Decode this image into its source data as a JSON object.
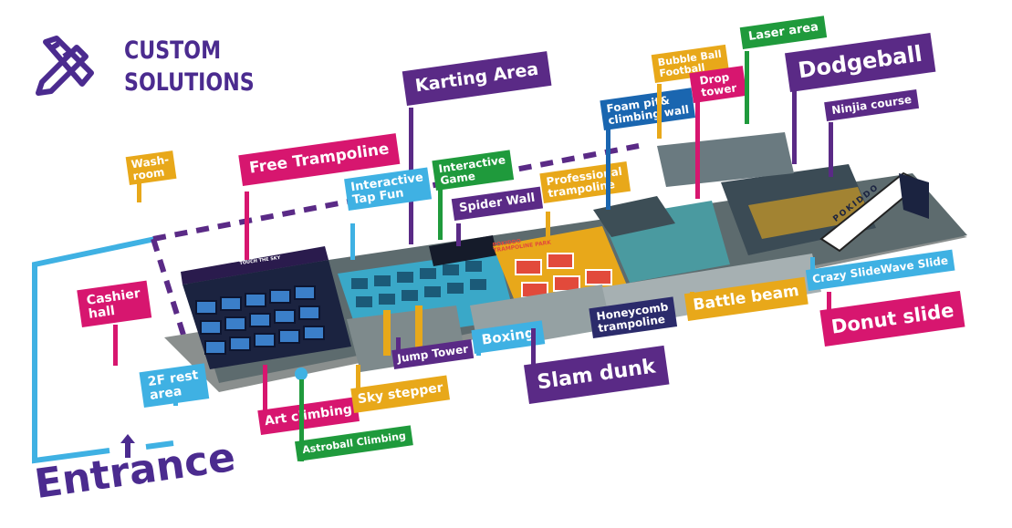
{
  "brand": {
    "line1": "CUSTOM",
    "line2": "SOLUTIONS",
    "icon": "pencil-ruler-icon",
    "color": "#4b2b8f"
  },
  "palette": {
    "magenta": "#d7166f",
    "purple": "#5a2a86",
    "lightblue": "#3fb1e3",
    "green": "#1f9a3c",
    "orange": "#e8a81a",
    "blue": "#1a66b0"
  },
  "labels": {
    "washroom": "Wash-\nroom",
    "free_trampoline": "Free Trampoline",
    "karting_area": "Karting Area",
    "interactive_tap_fun": "Interactive\nTap Fun",
    "interactive_game": "Interactive\nGame",
    "spider_wall": "Spider Wall",
    "professional_trampoline": "Professional\ntrampoline",
    "foam_pit": "Foam pit&\nclimbing wall",
    "bubble_ball": "Bubble Ball\nFootball",
    "drop_tower": "Drop\ntower",
    "laser_area": "Laser area",
    "dodgeball": "Dodgeball",
    "ninja_course": "Ninjia course",
    "cashier_hall": "Cashier\nhall",
    "rest_area": "2F rest\narea",
    "art_climbing": "Art climbing",
    "sky_stepper": "Sky stepper",
    "astroball": "Astroball Climbing",
    "jump_tower": "Jump Tower",
    "boxing": "Boxing",
    "slam_dunk": "Slam dunk",
    "honeycomb": "Honeycomb\ntrampoline",
    "battle_beam": "Battle beam",
    "crazy_slide": "Crazy SlideWave Slide",
    "donut_slide": "Donut slide",
    "entrance": "Entrance"
  },
  "signage": {
    "park_sign": "POKIDDO\nTRAMPOLINE PARK",
    "slide_sign": "POKIDDO",
    "wall_sign": "JUMP\nTOUCH THE SKY"
  }
}
